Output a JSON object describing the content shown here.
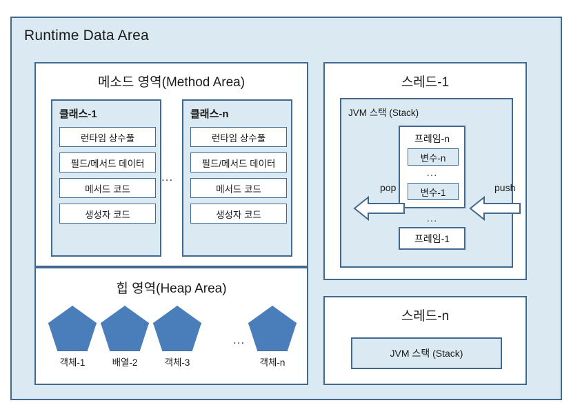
{
  "diagram": {
    "title": "Runtime Data Area",
    "colors": {
      "outer_fill": "#dbeaf2",
      "border": "#41688f",
      "panel_fill": "#ffffff",
      "object_fill": "#4a7ebb"
    }
  },
  "method_area": {
    "title": "메소드 영역(Method Area)",
    "separator": "...",
    "classes": [
      {
        "title": "클래스-1",
        "items": [
          "런타임 상수풀",
          "필드/메서드 데이터",
          "메서드 코드",
          "생성자 코드"
        ]
      },
      {
        "title": "클래스-n",
        "items": [
          "런타임 상수풀",
          "필드/메서드 데이터",
          "메서드 코드",
          "생성자 코드"
        ]
      }
    ]
  },
  "heap_area": {
    "title": "힙 영역(Heap Area)",
    "separator": "...",
    "objects": [
      {
        "label": "객체-1"
      },
      {
        "label": "배열-2"
      },
      {
        "label": "객체-3"
      },
      {
        "label": "객체-n"
      }
    ]
  },
  "thread_1": {
    "title": "스레드-1",
    "stack_label": "JVM 스택 (Stack)",
    "frame_n": {
      "title": "프레임-n",
      "var_top": "변수-n",
      "var_dots": "...",
      "var_bottom": "변수-1"
    },
    "stack_dots": "...",
    "frame_1": "프레임-1",
    "pop_label": "pop",
    "push_label": "push"
  },
  "thread_n": {
    "title": "스레드-n",
    "stack_label": "JVM 스택 (Stack)"
  }
}
